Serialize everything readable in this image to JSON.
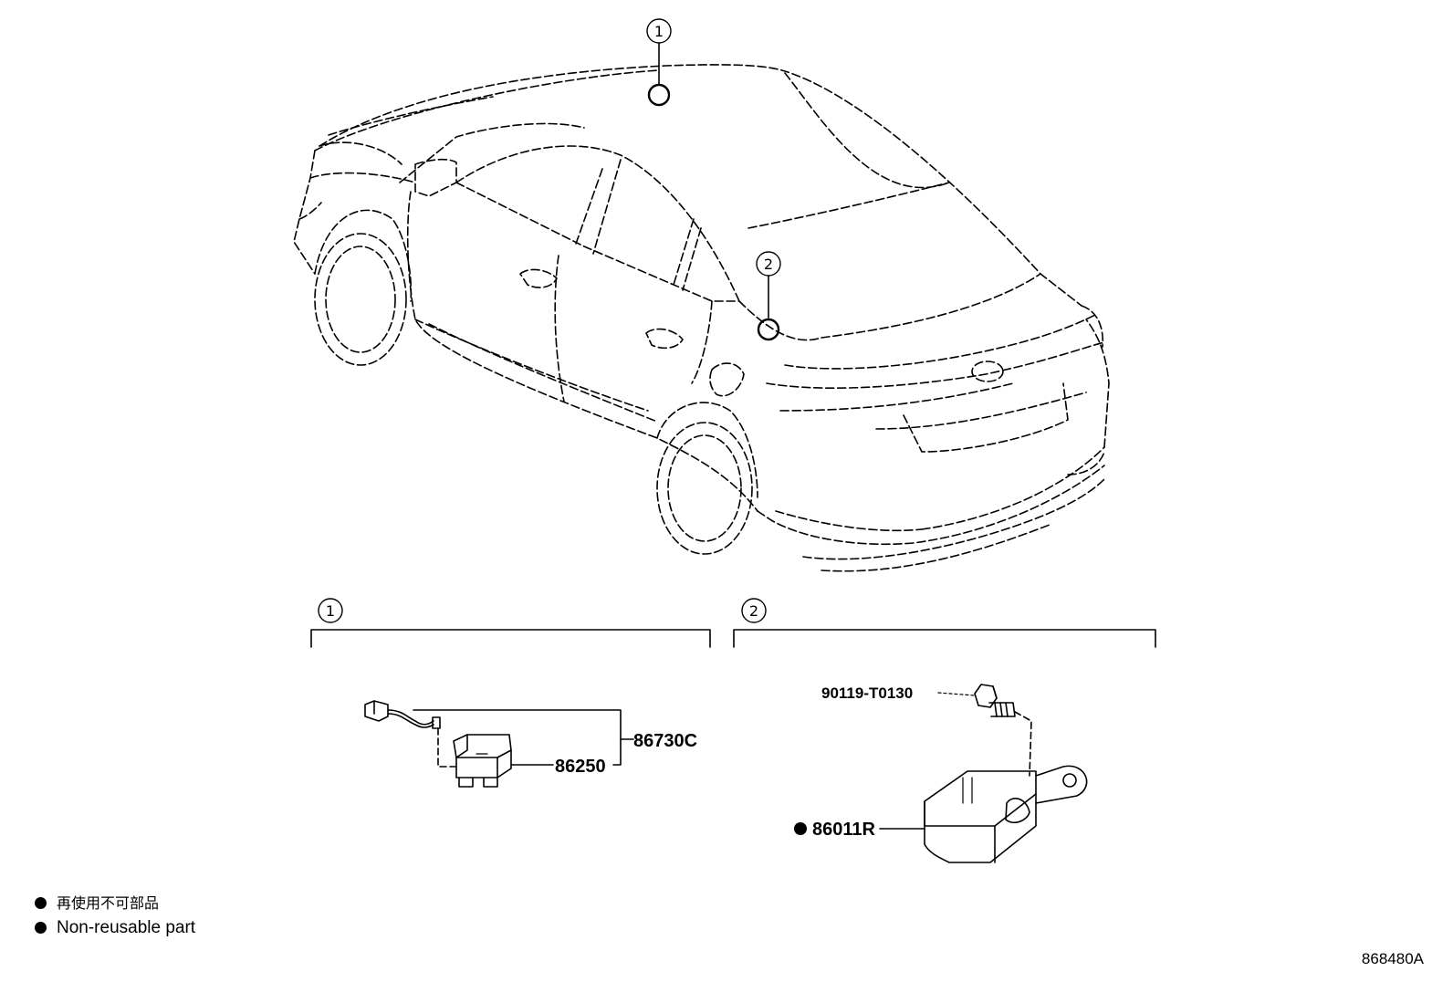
{
  "callouts": [
    {
      "number": "1"
    },
    {
      "number": "2"
    }
  ],
  "sections": [
    {
      "number": "1"
    },
    {
      "number": "2"
    }
  ],
  "parts": {
    "assembly": "86730C",
    "antenna": "86250",
    "bolt": "90119-T0130",
    "module": "86011R"
  },
  "legend": {
    "japanese": "再使用不可部品",
    "english": "Non-reusable part"
  },
  "diagram_id": "868480A"
}
